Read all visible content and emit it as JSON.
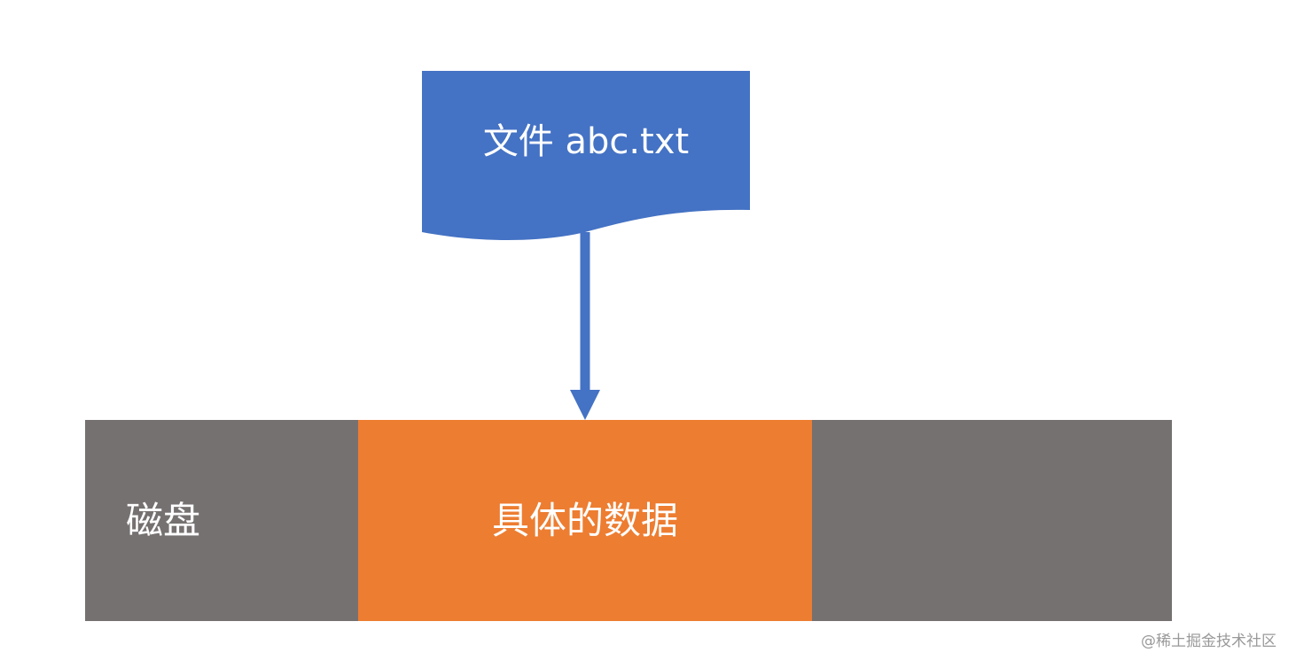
{
  "file": {
    "label": "文件 abc.txt",
    "color": "#4472c4"
  },
  "disk": {
    "label": "磁盘",
    "color": "#767171"
  },
  "data_block": {
    "label": "具体的数据",
    "color": "#ed7d31"
  },
  "arrow": {
    "color": "#4472c4"
  },
  "watermark": "@稀土掘金技术社区"
}
